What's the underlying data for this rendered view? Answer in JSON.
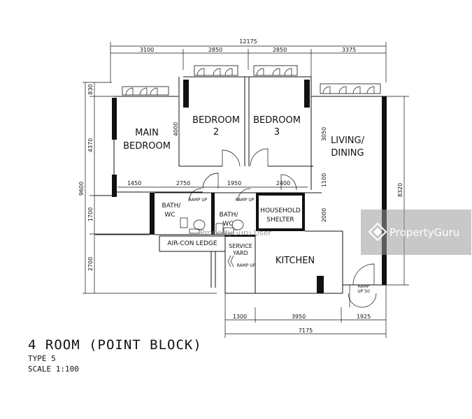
{
  "title": "4 ROOM (POINT BLOCK)",
  "type_line": "TYPE  5",
  "scale_line": "SCALE 1:100",
  "rooms": {
    "main_bedroom_1": "MAIN",
    "main_bedroom_2": "BEDROOM",
    "bedroom2_1": "BEDROOM",
    "bedroom2_2": "2",
    "bedroom3_1": "BEDROOM",
    "bedroom3_2": "3",
    "living_1": "LIVING/",
    "living_2": "DINING",
    "bath1_1": "BATH/",
    "bath1_2": "WC",
    "bath2_1": "BATH/",
    "bath2_2": "WC",
    "shelter_1": "HOUSEHOLD",
    "shelter_2": "SHELTER",
    "aircon": "AIR-CON LEDGE",
    "service_1": "SERVICE",
    "service_2": "YARD",
    "kitchen": "KITCHEN"
  },
  "ramps": {
    "ramp_up_1": "RAMP UP",
    "ramp_up_2": "RAMP UP",
    "ramp_service": "RAMP UP",
    "ramp_door_1": "RAMP",
    "ramp_door_2": "UP 50"
  },
  "dimensions": {
    "total_top": "12175",
    "top_1": "3100",
    "top_2": "2850",
    "top_3": "2850",
    "top_4": "3375",
    "left_total": "9600",
    "left_1": "830",
    "left_2": "4370",
    "left_3": "1700",
    "left_4": "2700",
    "right_total": "8320",
    "mid_1450": "1450",
    "mid_2750": "2750",
    "mid_1950": "1950",
    "mid_2400": "2400",
    "v_4000": "4000",
    "v_3050": "3050",
    "v_1100": "1100",
    "v_2000": "2000",
    "bottom_1": "1300",
    "bottom_2": "3950",
    "bottom_3": "1925",
    "bottom_total": "7175"
  },
  "watermark": {
    "brand": "PropertyGuru",
    "user": "PropertyGuru User"
  }
}
